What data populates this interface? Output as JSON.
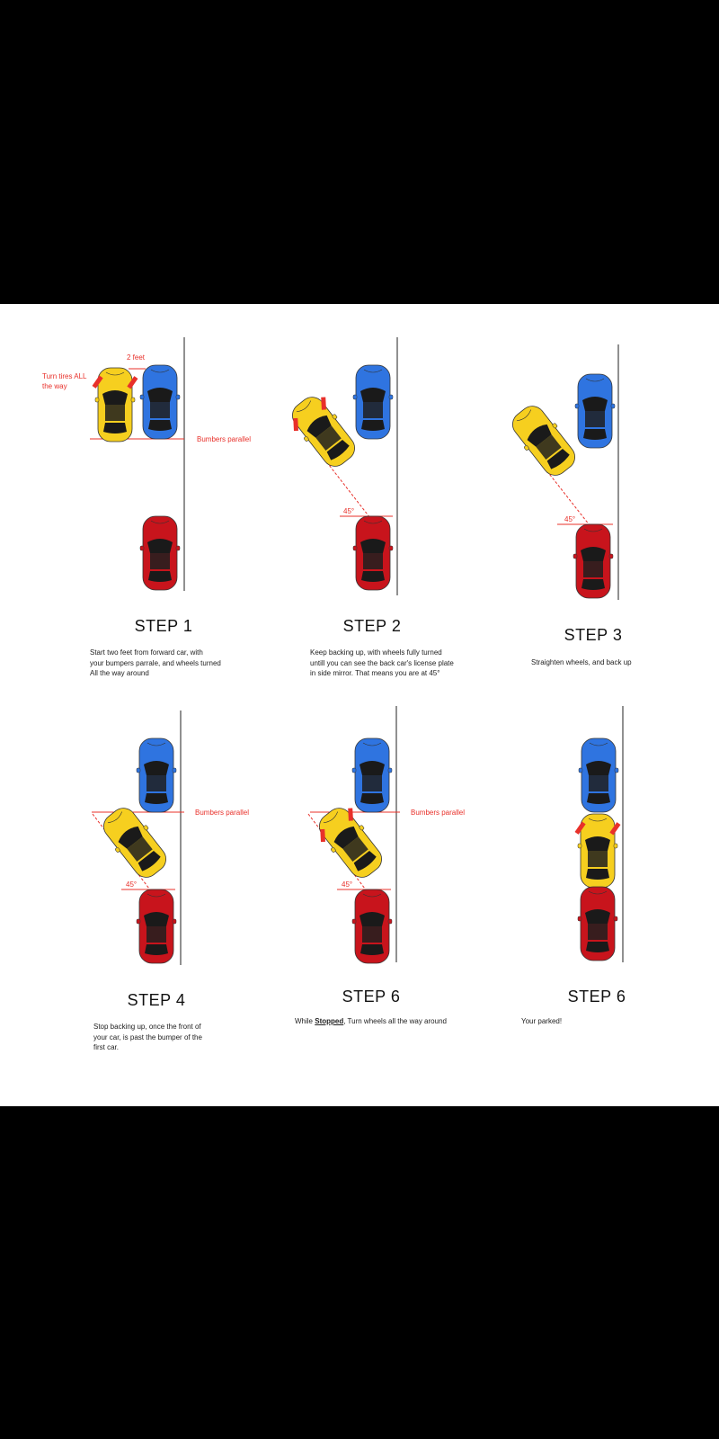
{
  "colors": {
    "yellow_car": "#f6cf1f",
    "blue_car": "#2f74e0",
    "red_car": "#c8141c",
    "annotation": "#e8302a"
  },
  "steps": [
    {
      "title": "STEP 1",
      "lines": [
        "Start two feet from forward car, with",
        "your bumpers parrale, and wheels turned",
        "All the way around"
      ],
      "notes": {
        "tires": "Turn tires ALL",
        "tires2": "the way",
        "gap": "2 feet",
        "bumpers": "Bumbers parallel"
      }
    },
    {
      "title": "STEP 2",
      "lines": [
        "Keep backing up, with wheels fully  turned",
        "untill you can see the back car's license plate",
        "in side mirror. That means you are at 45°"
      ],
      "notes": {
        "angle": "45°"
      }
    },
    {
      "title": "STEP 3",
      "lines": [
        "Straighten wheels, and back up"
      ],
      "notes": {
        "angle": "45°"
      }
    },
    {
      "title": "STEP 4",
      "lines": [
        "Stop backing up, once the front of",
        "your car, is past the bumper of the",
        "first car."
      ],
      "notes": {
        "angle": "45°",
        "bumpers": "Bumbers parallel"
      }
    },
    {
      "title": "STEP 6",
      "prefix": "While ",
      "bold": "Stopped",
      "suffix": ", Turn wheels all the way around",
      "notes": {
        "angle": "45°",
        "bumpers": "Bumbers parallel"
      }
    },
    {
      "title": "STEP 6",
      "lines": [
        "Your parked!"
      ]
    }
  ]
}
